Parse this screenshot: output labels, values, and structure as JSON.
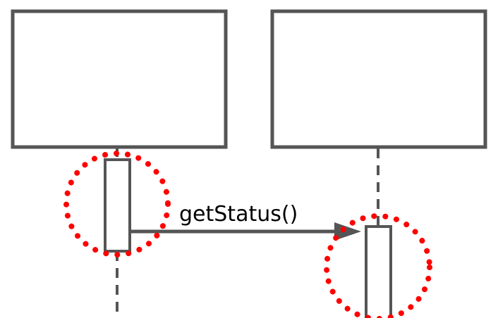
{
  "diagram": {
    "type": "sequence-diagram-fragment",
    "colors": {
      "line": "#555555",
      "highlight": "#ff0000",
      "background": "#ffffff",
      "text": "#000000"
    },
    "lifelines": [
      {
        "id": "left",
        "label": ""
      },
      {
        "id": "right",
        "label": ""
      }
    ],
    "message": {
      "label": "getStatus()",
      "from": "left",
      "to": "right",
      "style": "solid-arrow"
    },
    "highlights": [
      {
        "target": "left-activation",
        "style": "red-dotted-circle"
      },
      {
        "target": "right-activation",
        "style": "red-dotted-circle"
      }
    ]
  }
}
